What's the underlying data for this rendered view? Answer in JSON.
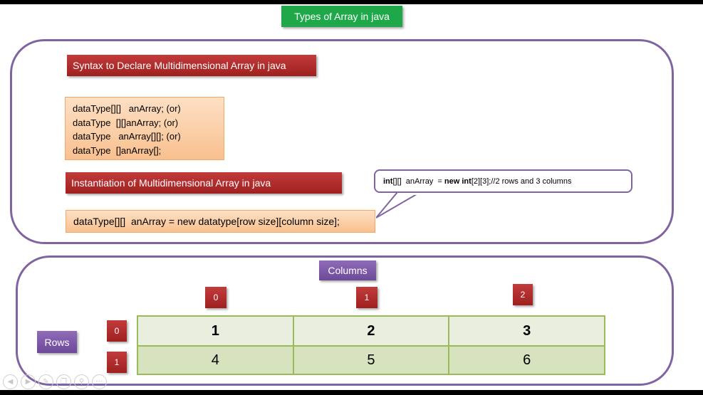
{
  "title": "Types of Array in java",
  "syntax": {
    "heading": "Syntax to Declare Multidimensional Array in java",
    "lines": [
      "dataType[][]   anArray; (or)",
      "dataType  [][]anArray; (or)",
      "dataType   anArray[][]; (or)",
      "dataType  []anArray[];"
    ]
  },
  "instantiation": {
    "heading": "Instantiation of Multidimensional Array in java",
    "code": "dataType[][]  anArray = new datatype[row size][column size];"
  },
  "callout": {
    "kw1": "int",
    "part1": "[][]  anArray  = ",
    "kw2": "new",
    "part2": " ",
    "kw3": "int",
    "part3": "[2][3];//2 rows and 3 columns"
  },
  "diagram": {
    "columns_label": "Columns",
    "rows_label": "Rows",
    "column_indices": [
      "0",
      "1",
      "2"
    ],
    "row_indices": [
      "0",
      "1"
    ],
    "cells": [
      [
        "1",
        "2",
        "3"
      ],
      [
        "4",
        "5",
        "6"
      ]
    ]
  },
  "toolbar_icons": [
    "back-icon",
    "forward-icon",
    "pen-icon",
    "copy-icon",
    "zoom-icon",
    "more-icon"
  ],
  "colors": {
    "title_green": "#1fa84a",
    "heading_red": "#b03030",
    "border_purple": "#8064a2",
    "grid_green": "#9bbb59"
  }
}
